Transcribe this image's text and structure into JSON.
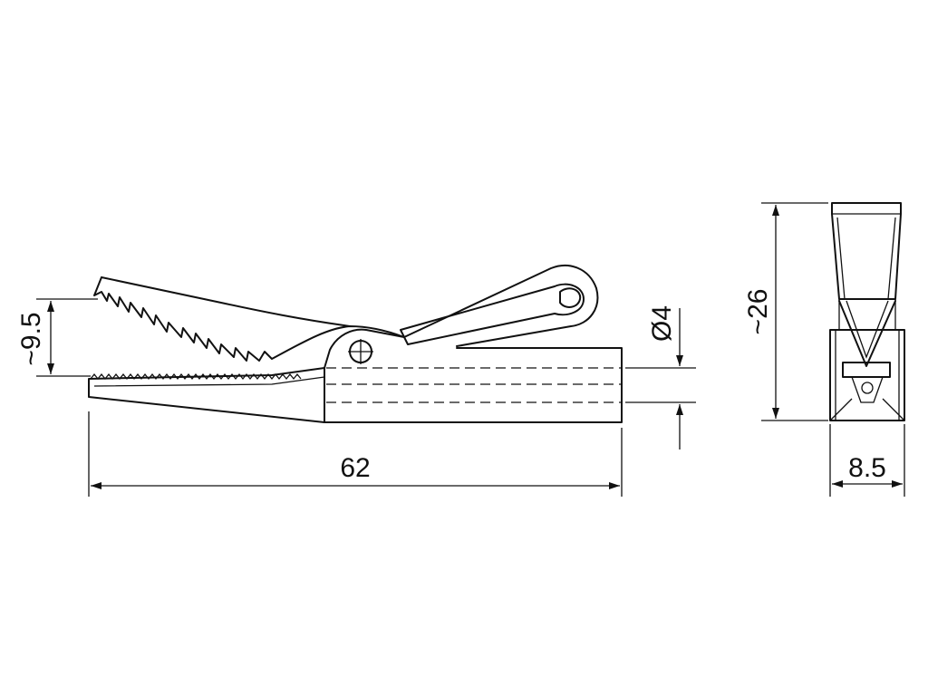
{
  "dimensions": {
    "length": "62",
    "jaw_opening": "~9.5",
    "socket_diameter": "Ø4",
    "height": "~26",
    "width": "8.5"
  },
  "colors": {
    "line": "#111111",
    "background": "#ffffff"
  }
}
